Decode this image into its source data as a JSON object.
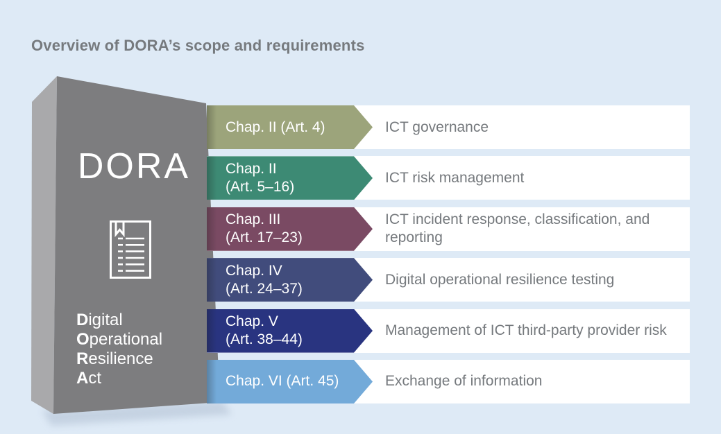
{
  "title": "Overview of DORA’s scope and requirements",
  "block": {
    "acronym": "DORA",
    "expansion": [
      {
        "initial": "D",
        "rest": "igital"
      },
      {
        "initial": "O",
        "rest": "perational"
      },
      {
        "initial": "R",
        "rest": "esilience"
      },
      {
        "initial": "A",
        "rest": "ct"
      }
    ],
    "front_color": "#7d7d7f",
    "side_color": "#a9a9ab",
    "icon": "document-list-icon"
  },
  "rows": [
    {
      "chapter": "Chap. II (Art. 4)",
      "description": "ICT governance",
      "color": "#9CA47B"
    },
    {
      "chapter": "Chap. II\n(Art. 5–16)",
      "description": "ICT risk management",
      "color": "#3D8A74"
    },
    {
      "chapter": "Chap. III\n(Art. 17–23)",
      "description": "ICT incident response, classification, and reporting",
      "color": "#7A4A63"
    },
    {
      "chapter": "Chap. IV\n(Art. 24–37)",
      "description": "Digital operational resilience testing",
      "color": "#414C7C"
    },
    {
      "chapter": "Chap. V\n(Art. 38–44)",
      "description": "Management of ICT third-party provider risk",
      "color": "#293480"
    },
    {
      "chapter": "Chap. VI (Art. 45)",
      "description": "Exchange of information",
      "color": "#73AAD9"
    }
  ],
  "colors": {
    "background": "#deeaf6",
    "bar_background": "#ffffff",
    "title_text": "#767a7e",
    "description_text": "#75797d"
  }
}
